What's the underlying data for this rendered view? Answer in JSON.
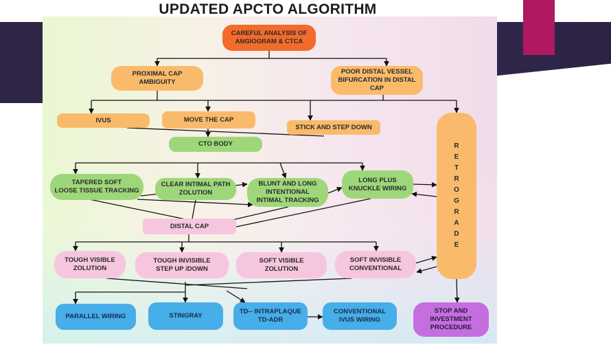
{
  "title": "UPDATED APCTO ALGORITHM",
  "nodes": {
    "careful": "CAREFUL ANALYSIS OF\nANGIOGRAM & CTCA",
    "proximal": "PROXIMAL CAP\nAMBIGUITY",
    "poor_distal": "POOR DISTAL VESSEL\nBIFURCATION IN DISTAL\nCAP",
    "ivus": "IVUS",
    "move_cap": "MOVE THE CAP",
    "stick_step": "STICK AND STEP DOWN",
    "cto_body": "CTO BODY",
    "tapered": "TAPERED SOFT\nLOOSE TISSUE TRACKING",
    "clear_intimal": "CLEAR INTIMAL PATH\nZOLUTION",
    "blunt_long": "BLUNT AND LONG\nINTENTIONAL\nINTIMAL TRACKING",
    "long_plus": "LONG PLUS\nKNUCKLE WIRING",
    "retrograde": [
      "R",
      "E",
      "T",
      "R",
      "O",
      "G",
      "R",
      "A",
      "D",
      "E"
    ],
    "distal_cap": "DISTAL CAP",
    "tough_visible": "TOUGH VISIBLE\nZOLUTION",
    "tough_invisible": "TOUGH INVISIBLE\nSTEP UP /DOWN",
    "soft_visible": "SOFT VISIBLE\nZOLUTION",
    "soft_invisible": "SOFT INVISIBLE\nCONVENTIONAL",
    "parallel": "PARALLEL WIRING",
    "stingray": "STINGRAY",
    "td_adr": "TD-- INTRAPLAQUE\nTD-ADR",
    "conv_ivus": "CONVENTIONAL\nIVUS WIRING",
    "stop": "STOP AND\nINVESTMENT\nPROCEDURE"
  },
  "colors": {
    "orange_dark": "#f26b2a",
    "orange": "#f9bb6b",
    "green": "#9ed77a",
    "pink": "#f6c6de",
    "blue": "#46aee9",
    "purple": "#c56ee0",
    "band": "#2f2545",
    "accent_tab": "#b0195f"
  }
}
